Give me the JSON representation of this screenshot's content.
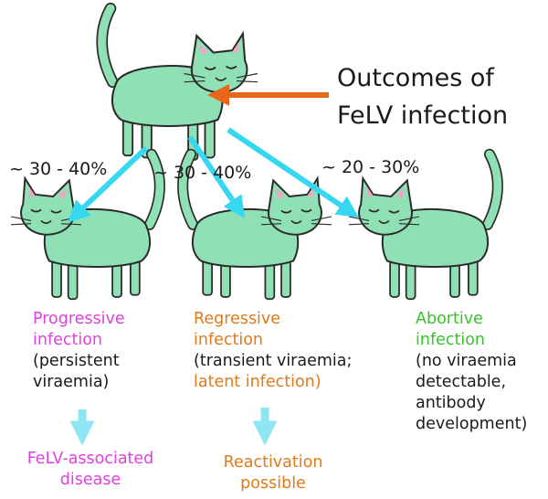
{
  "title": {
    "line1": "Outcomes of",
    "line2": "FeLV infection"
  },
  "percentages": [
    "~ 30 - 40%",
    "~ 30 - 40%",
    "~ 20 - 30%"
  ],
  "outcomes": [
    {
      "line1": "Progressive",
      "line2": "infection",
      "line3": "(persistent",
      "line4": "viraemia)",
      "consequence1": "FeLV-associated",
      "consequence2": "disease"
    },
    {
      "line1": "Regressive",
      "line2": "infection",
      "line3": "(transient viraemia;",
      "line4": "latent infection)",
      "consequence1": "Reactivation",
      "consequence2": "possible"
    },
    {
      "line1": "Abortive",
      "line2": "infection",
      "line3": "(no viraemia",
      "line4": "detectable,",
      "line5": "antibody",
      "line6": "development)"
    }
  ],
  "colors": {
    "progressive": "#e040e0",
    "regressive": "#e07a1a",
    "abortive": "#3ac22a",
    "arrow_cyan": "#35d8f0",
    "arrow_light": "#8ee6f5",
    "arrow_orange": "#e8651a",
    "cat_body": "#8fe0b4",
    "cat_outline": "#2a2a2a"
  },
  "icons": [
    "cat-illustration",
    "arrow"
  ]
}
